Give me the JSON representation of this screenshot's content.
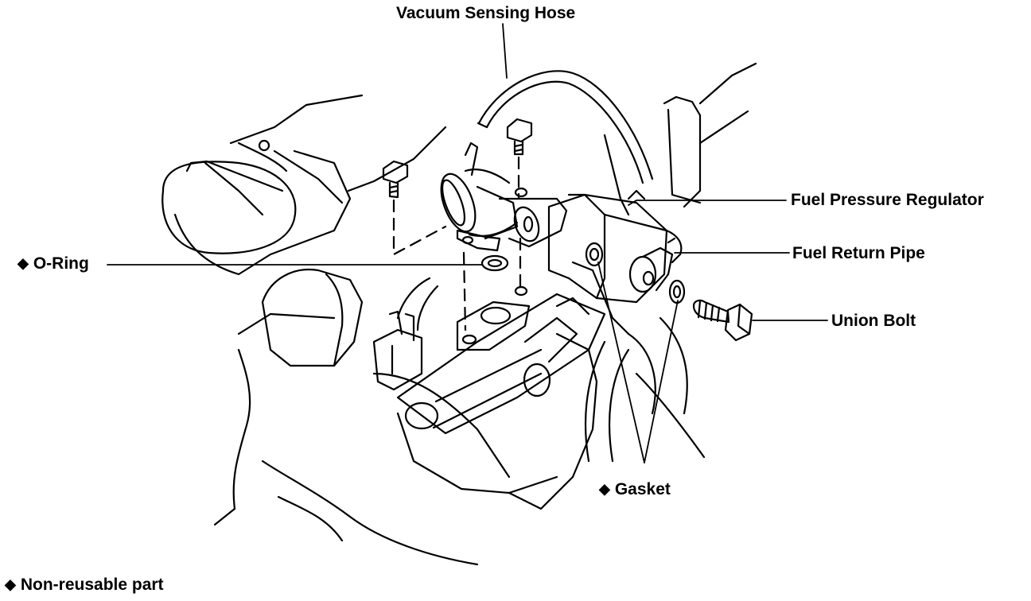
{
  "labels": {
    "vacuum_hose": "Vacuum Sensing Hose",
    "regulator": "Fuel Pressure Regulator",
    "return_pipe": "Fuel Return Pipe",
    "o_ring": "O-Ring",
    "union_bolt": "Union Bolt",
    "gasket": "Gasket"
  },
  "legend": {
    "symbol": "◆",
    "text": "Non-reusable part"
  },
  "colors": {
    "ink": "#000000",
    "paper": "#ffffff"
  }
}
